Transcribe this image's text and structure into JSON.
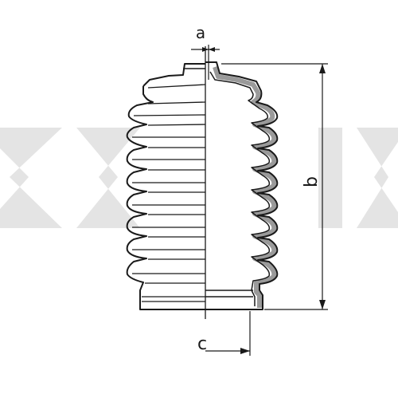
{
  "labels": {
    "a": "a",
    "b": "b",
    "c": "c"
  },
  "colors": {
    "line": "#1a1a1a",
    "shade": "#9a9a9a",
    "watermark": "#e4e4e4",
    "background": "#ffffff"
  }
}
